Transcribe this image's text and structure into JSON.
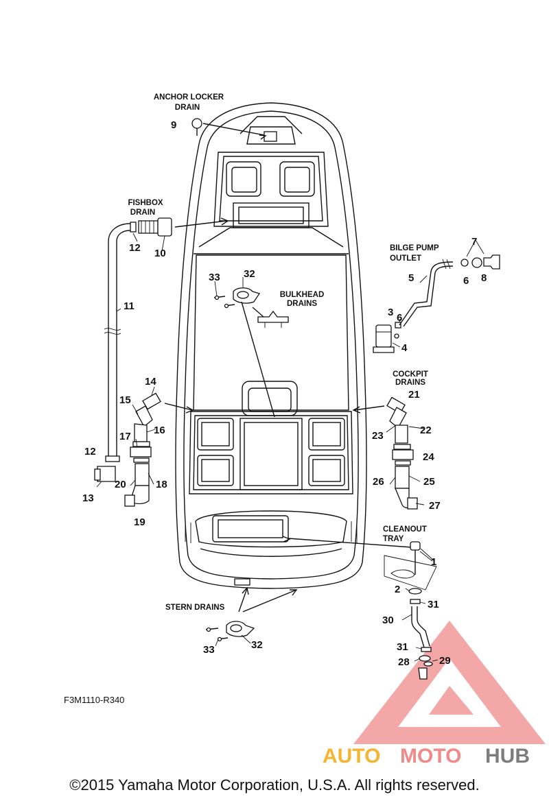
{
  "captions": {
    "anchor_locker_1": "ANCHOR LOCKER",
    "anchor_locker_2": "DRAIN",
    "fishbox_1": "FISHBOX",
    "fishbox_2": "DRAIN",
    "bilge_1": "BILGE PUMP",
    "bilge_2": "OUTLET",
    "bulkhead_1": "BULKHEAD",
    "bulkhead_2": "DRAINS",
    "cockpit_1": "COCKPIT",
    "cockpit_2": "DRAINS",
    "cleanout_1": "CLEANOUT",
    "cleanout_2": "TRAY",
    "stern": "STERN DRAINS"
  },
  "callouts": {
    "p1": "1",
    "p2": "2",
    "p3": "3",
    "p4": "4",
    "p5": "5",
    "p6a": "6",
    "p6b": "6",
    "p7": "7",
    "p8": "8",
    "p9": "9",
    "p10": "10",
    "p11": "11",
    "p12a": "12",
    "p12b": "12",
    "p13": "13",
    "p14": "14",
    "p15": "15",
    "p16": "16",
    "p17": "17",
    "p18": "18",
    "p19": "19",
    "p20": "20",
    "p21": "21",
    "p22": "22",
    "p23": "23",
    "p24": "24",
    "p25": "25",
    "p26": "26",
    "p27": "27",
    "p28": "28",
    "p29": "29",
    "p30": "30",
    "p31a": "31",
    "p31b": "31",
    "p32a": "32",
    "p32b": "32",
    "p33a": "33",
    "p33b": "33"
  },
  "diagram_code": "F3M1110-R340",
  "copyright": "©2015 Yamaha Motor Corporation, U.S.A. All rights reserved.",
  "watermark": {
    "part1": "AUTO",
    "part2": "MOTO",
    "part3": "HUB",
    "colors": {
      "auto": "#f5b432",
      "moto": "#f08a8a",
      "hub": "#7d7d7d",
      "triangle": "#f08a8a"
    }
  }
}
